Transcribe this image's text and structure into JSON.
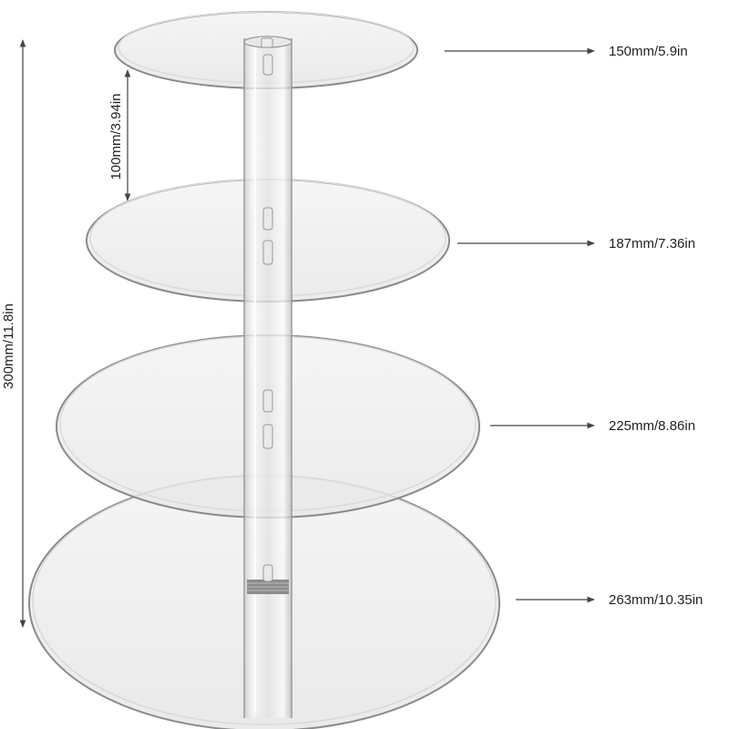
{
  "colors": {
    "background": "#ffffff",
    "tier_fill": "#eeeeee",
    "tier_edge": "#8a8a8a",
    "pillar": "#f4f4f4",
    "text": "#222222",
    "dim_line": "#444444"
  },
  "tiers": [
    {
      "diameter_label": "150mm/5.9in"
    },
    {
      "diameter_label": "187mm/7.36in"
    },
    {
      "diameter_label": "225mm/8.86in"
    },
    {
      "diameter_label": "263mm/10.35in"
    }
  ],
  "dimensions": {
    "total_height_label": "300mm/11.8in",
    "tier_spacing_label": "100mm/3.94in"
  }
}
